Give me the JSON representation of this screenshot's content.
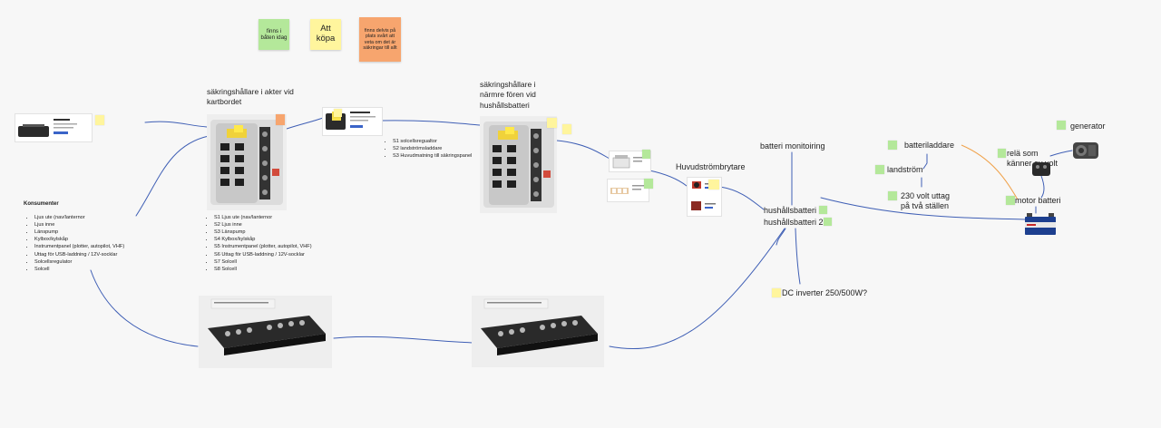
{
  "legend": {
    "green": "finns i båten idag",
    "yellow": "Att köpa",
    "orange": "finns delvis på plats svårt att veta om det är säkringar till allt"
  },
  "aft_holder": {
    "title": "säkringshållare i akter vid kartbordet",
    "items": [
      "S1 Ljus ute (nav/lanternor",
      "S2 Ljus inne",
      "S3 Länspump",
      "S4 Kylbox/kylskåp",
      "S5 Instrumentpanel (plotter, autopilot, VHF)",
      "S6 Uttag för USB-laddning / 12V-socklar",
      "S7 Solcell",
      "S8 Solcell"
    ]
  },
  "fwd_holder": {
    "title": "säkringshållare i närmre fören vid hushållsbatteri",
    "items": [
      "S1 solcellsregualtor",
      "S2 landströmsladdare",
      "S3 Huvudmatning till säkringspanel"
    ]
  },
  "consumers": {
    "title": "Konsumenter",
    "items": [
      "Ljus ute (nav/lanternor",
      "Ljus inne",
      "Länspump",
      "Kylbox/kylskåp",
      "Instrumentpanel (plotter, autopilot, VHF)",
      "Uttag för USB-laddning / 12V-socklar",
      "Solcellsregulator",
      "Solcell"
    ]
  },
  "labels": {
    "main_switch": "Huvudströmbrytare",
    "battery_monitoring": "batteri monitoiring",
    "house_battery_1": "hushållsbatteri 1",
    "house_battery_2": "hushållsbatteri 2",
    "battery_charger": "batteriladdare",
    "shore_power": "landström",
    "outlet_230": "230 volt uttag på två ställen",
    "generator": "generator",
    "voltage_relay": "relä som känner av volt",
    "motor_battery": "motor batteri",
    "dc_inverter": "DC inverter 250/500W?"
  },
  "colors": {
    "green": "#b4e89a",
    "yellow": "#fff59d",
    "orange": "#f7a56e",
    "wire": "#3f5fb5",
    "wire_orange": "#f0a24a"
  },
  "icons": {
    "fuse_block": "fuse-block-icon",
    "bus_bar": "bus-bar-icon",
    "battery": "battery-icon",
    "generator": "generator-icon",
    "relay": "relay-icon"
  }
}
